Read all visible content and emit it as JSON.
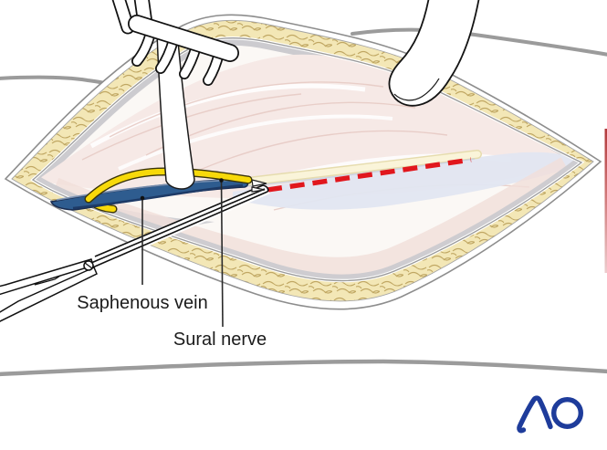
{
  "figure": {
    "kind": "surgical-approach-illustration",
    "labels": {
      "saphenous_vein": "Saphenous vein",
      "sural_nerve": "Sural nerve"
    },
    "logo": {
      "text": "AO"
    },
    "colors": {
      "vein_blue": "#2e5c8f",
      "vein_dark": "#1a2d50",
      "nerve_yellow": "#f7d90a",
      "incision_red": "#e1171d",
      "fat_yellow": "#f3e7b6",
      "fat_texture": "#b79c54",
      "skin_line_gray": "#9b9b9b",
      "muscle_pink": "#f6e9e6",
      "fascia_gray_blue": "#e2e6f1",
      "shadow_gray": "#c9c8cc",
      "cream_band": "#faf4d9",
      "logo_blue": "#1e3c9b",
      "label_text": "#1b1b1b"
    },
    "elements": [
      "rake-retractor",
      "pointed-retractor",
      "dissection-scissors",
      "retraction-tape",
      "saphenous-vein",
      "sural-nerve",
      "planned-incision-dashed-line",
      "wound-opening",
      "subcutaneous-fat",
      "skin-crease-lines"
    ]
  }
}
